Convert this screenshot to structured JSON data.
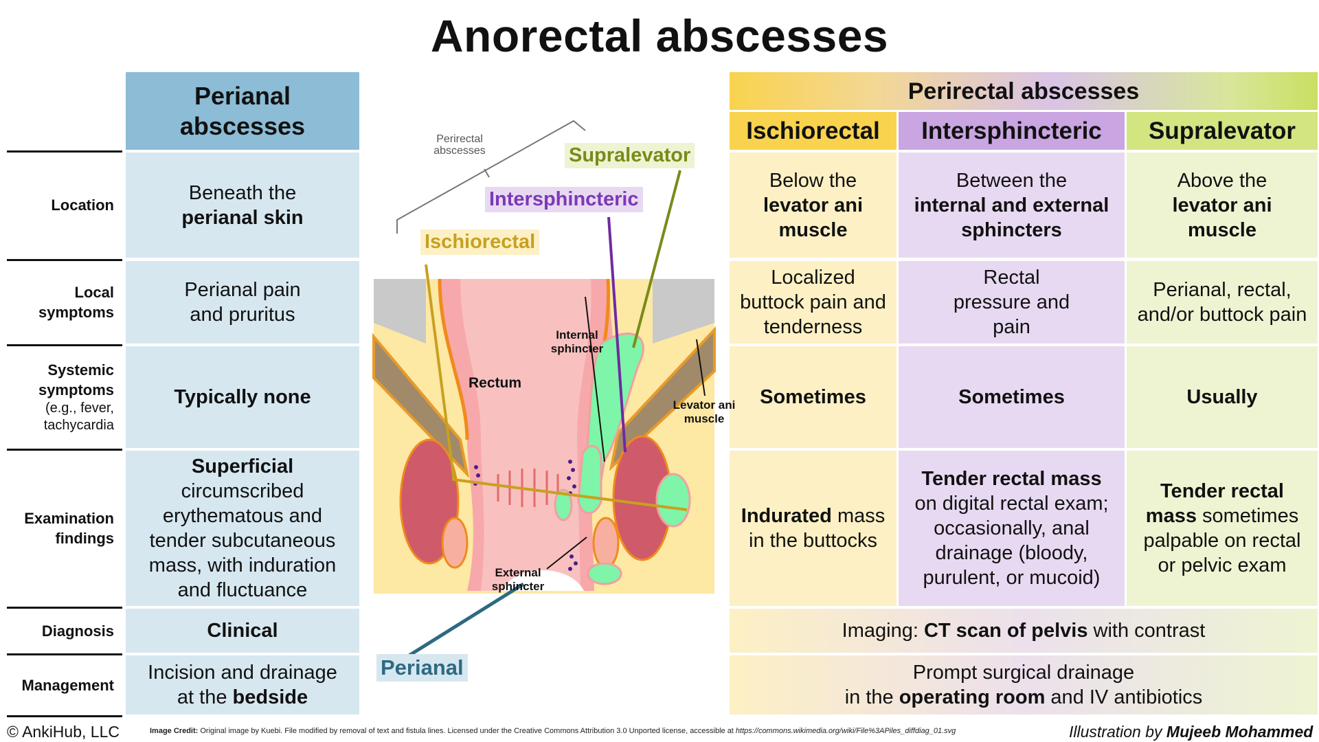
{
  "title": "Anorectal abscesses",
  "headers": {
    "perianal": "Perianal abscesses",
    "perirectal": "Perirectal abscesses",
    "ischiorectal": "Ischiorectal",
    "intersphincteric": "Intersphincteric",
    "supralevator": "Supralevator"
  },
  "rows": {
    "location": {
      "label": "Location",
      "perianal": {
        "a": "Beneath the",
        "b": "perianal skin"
      },
      "ischiorectal": {
        "a": "Below the",
        "b": "levator ani muscle"
      },
      "intersphincteric": {
        "a": "Between the",
        "b": "internal and external sphincters"
      },
      "supralevator": {
        "a": "Above the",
        "b": "levator ani muscle"
      }
    },
    "local": {
      "label": "Local symptoms",
      "perianal": "Perianal pain and pruritus",
      "ischiorectal": "Localized buttock pain and tenderness",
      "intersphincteric": "Rectal pressure and pain",
      "supralevator": "Perianal, rectal, and/or buttock pain"
    },
    "systemic": {
      "label": "Systemic symptoms",
      "sublabel": "(e.g., fever, tachycardia",
      "perianal": "Typically none",
      "ischiorectal": "Sometimes",
      "intersphincteric": "Sometimes",
      "supralevator": "Usually"
    },
    "exam": {
      "label": "Examination findings",
      "perianal": {
        "a": "Superficial",
        "b": "circumscribed erythematous and tender subcutaneous mass, with induration and fluctuance"
      },
      "ischiorectal": {
        "a": "Indurated",
        "b": " mass in the buttocks"
      },
      "intersphincteric": {
        "a": "Tender rectal mass",
        "b": "on digital rectal exam; occasionally, anal drainage (bloody, purulent, or mucoid)"
      },
      "supralevator": {
        "a": "Tender rectal mass",
        "b": " sometimes palpable on rectal or pelvic exam"
      }
    },
    "diagnosis": {
      "label": "Diagnosis",
      "perianal": "Clinical",
      "perirectal": {
        "a": "Imaging: ",
        "b": "CT scan of pelvis",
        "c": " with contrast"
      }
    },
    "management": {
      "label": "Management",
      "perianal": {
        "a": "Incision and drainage at the ",
        "b": "bedside"
      },
      "perirectal": {
        "a": "Prompt surgical drainage",
        "b": "in the ",
        "c": "operating room",
        "d": " and IV antibiotics"
      }
    }
  },
  "diagram": {
    "bracket_label": "Perirectal abscesses",
    "supralevator": "Supralevator",
    "intersphincteric": "Intersphincteric",
    "ischiorectal": "Ischiorectal",
    "perianal": "Perianal",
    "rectum": "Rectum",
    "internal_sphincter": "Internal sphincter",
    "external_sphincter": "External sphincter",
    "levator": "Levator ani muscle"
  },
  "footer": {
    "copyright": "© AnkiHub, LLC",
    "credit_bold": "Image Credit:",
    "credit_text": " Original image by Kuebi. File modified by removal of text and fistula lines. Licensed under the Creative Commons Attribution 3.0 Unported license, accessible at ",
    "credit_url": "https://commons.wikimedia.org/wiki/File%3APiles_diffdiag_01.svg",
    "illustration_prefix": "Illustration by ",
    "illustration_author": "Mujeeb Mohammed"
  },
  "colors": {
    "perianal": "#8cbcd6",
    "ischiorectal": "#f9d34e",
    "intersphincteric": "#c9a5e2",
    "supralevator": "#d3e581"
  }
}
